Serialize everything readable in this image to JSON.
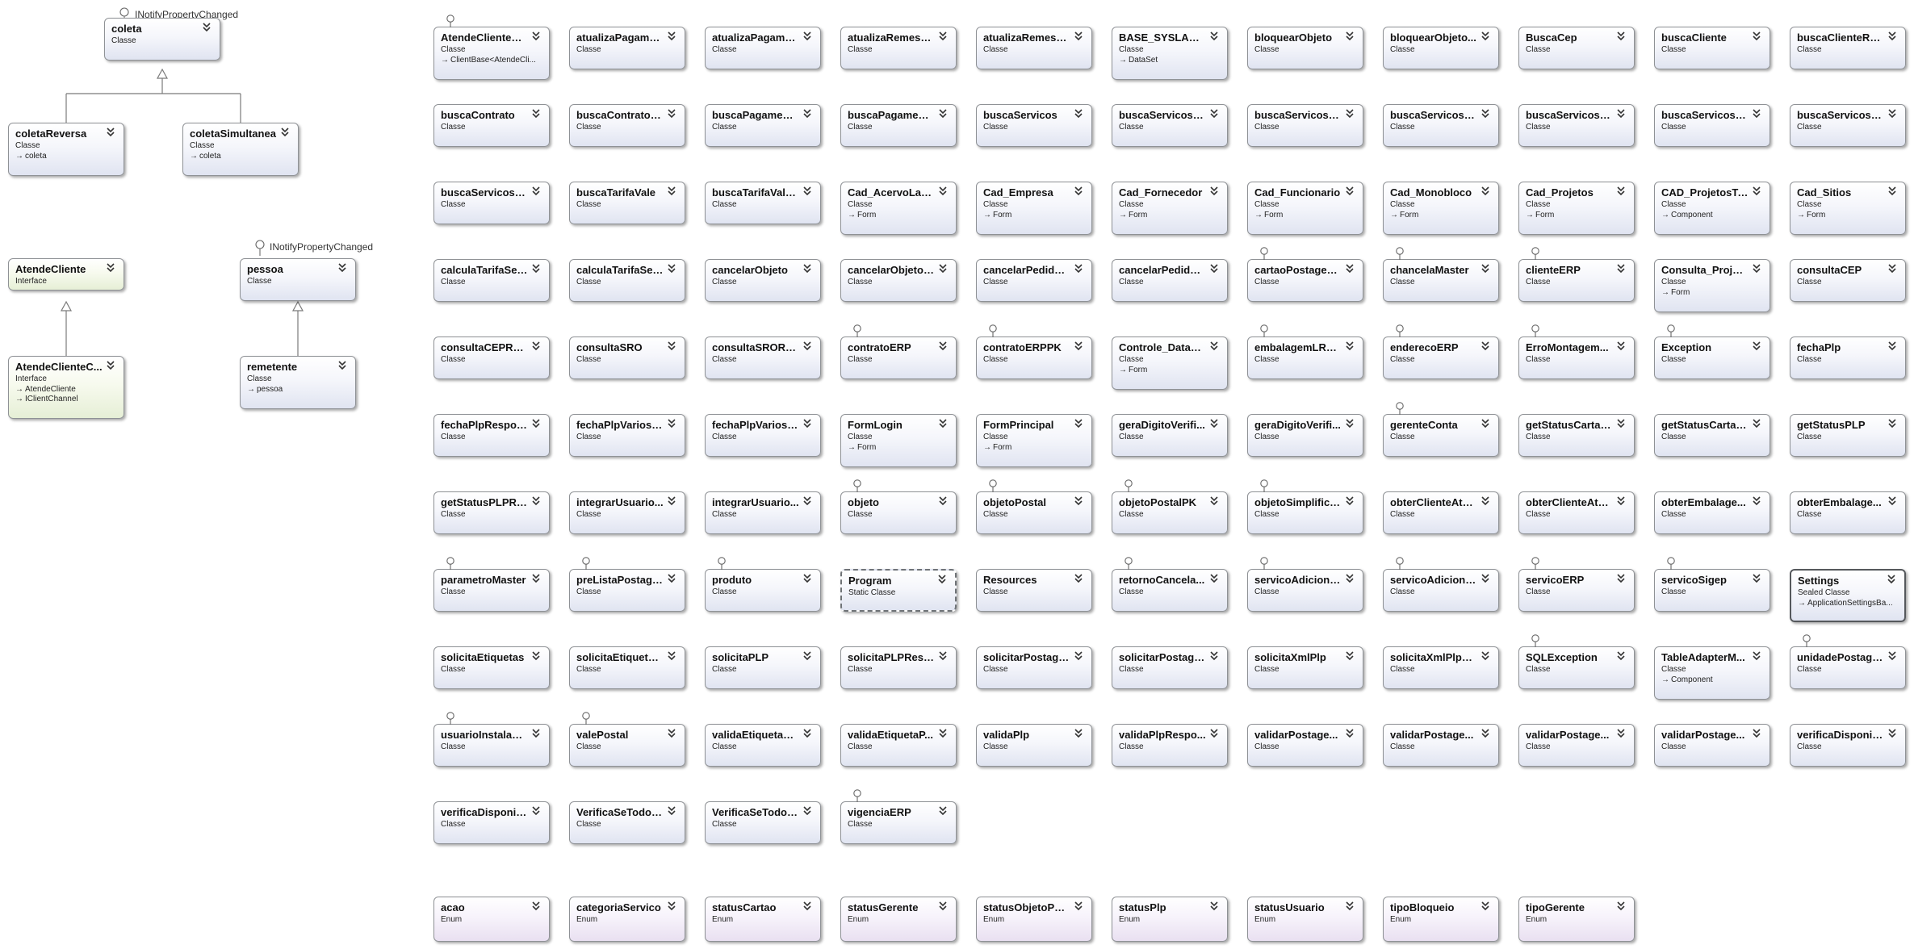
{
  "top_left": {
    "coleta": {
      "name": "coleta",
      "kind": "Classe",
      "interface": "INotifyPropertyChanged"
    },
    "coletaReversa": {
      "name": "coletaReversa",
      "kind": "Classe",
      "base": "coleta"
    },
    "coletaSimultanea": {
      "name": "coletaSimultanea",
      "kind": "Classe",
      "base": "coleta"
    },
    "AtendeCliente": {
      "name": "AtendeCliente",
      "kind": "Interface"
    },
    "AtendeClienteChannel": {
      "name": "AtendeClienteC...",
      "kind": "Interface",
      "bases": [
        "AtendeCliente",
        "IClientChannel"
      ]
    },
    "pessoa": {
      "name": "pessoa",
      "kind": "Classe",
      "interface": "INotifyPropertyChanged"
    },
    "remetente": {
      "name": "remetente",
      "kind": "Classe",
      "base": "pessoa"
    }
  },
  "grid": [
    [
      {
        "name": "AtendeClienteCl...",
        "kind": "Classe",
        "base": "ClientBase<AtendeCli...",
        "lolli": true
      },
      {
        "name": "atualizaPagame...",
        "kind": "Classe"
      },
      {
        "name": "atualizaPagame...",
        "kind": "Classe"
      },
      {
        "name": "atualizaRemessa...",
        "kind": "Classe"
      },
      {
        "name": "atualizaRemessa...",
        "kind": "Classe"
      },
      {
        "name": "BASE_SYSLABDa...",
        "kind": "Classe",
        "base": "DataSet"
      },
      {
        "name": "bloquearObjeto",
        "kind": "Classe"
      },
      {
        "name": "bloquearObjeto...",
        "kind": "Classe"
      },
      {
        "name": "BuscaCep",
        "kind": "Classe"
      },
      {
        "name": "buscaCliente",
        "kind": "Classe"
      },
      {
        "name": "buscaClienteRes...",
        "kind": "Classe"
      }
    ],
    [
      {
        "name": "buscaContrato",
        "kind": "Classe"
      },
      {
        "name": "buscaContratoR...",
        "kind": "Classe"
      },
      {
        "name": "buscaPagament...",
        "kind": "Classe"
      },
      {
        "name": "buscaPagament...",
        "kind": "Classe"
      },
      {
        "name": "buscaServicos",
        "kind": "Classe"
      },
      {
        "name": "buscaServicosA...",
        "kind": "Classe"
      },
      {
        "name": "buscaServicosA...",
        "kind": "Classe"
      },
      {
        "name": "buscaServicosR...",
        "kind": "Classe"
      },
      {
        "name": "buscaServicosVa...",
        "kind": "Classe"
      },
      {
        "name": "buscaServicosVa...",
        "kind": "Classe"
      },
      {
        "name": "buscaServicosX...",
        "kind": "Classe"
      }
    ],
    [
      {
        "name": "buscaServicosX...",
        "kind": "Classe"
      },
      {
        "name": "buscaTarifaVale",
        "kind": "Classe"
      },
      {
        "name": "buscaTarifaVale...",
        "kind": "Classe"
      },
      {
        "name": "Cad_AcervoLaU...",
        "kind": "Classe",
        "base": "Form"
      },
      {
        "name": "Cad_Empresa",
        "kind": "Classe",
        "base": "Form"
      },
      {
        "name": "Cad_Fornecedor",
        "kind": "Classe",
        "base": "Form"
      },
      {
        "name": "Cad_Funcionario",
        "kind": "Classe",
        "base": "Form"
      },
      {
        "name": "Cad_Monobloco",
        "kind": "Classe",
        "base": "Form"
      },
      {
        "name": "Cad_Projetos",
        "kind": "Classe",
        "base": "Form"
      },
      {
        "name": "CAD_ProjetosTa...",
        "kind": "Classe",
        "base": "Component"
      },
      {
        "name": "Cad_Sitios",
        "kind": "Classe",
        "base": "Form"
      }
    ],
    [
      {
        "name": "calculaTarifaSer...",
        "kind": "Classe"
      },
      {
        "name": "calculaTarifaSer...",
        "kind": "Classe"
      },
      {
        "name": "cancelarObjeto",
        "kind": "Classe"
      },
      {
        "name": "cancelarObjetoR...",
        "kind": "Classe"
      },
      {
        "name": "cancelarPedidoS...",
        "kind": "Classe"
      },
      {
        "name": "cancelarPedidoS...",
        "kind": "Classe"
      },
      {
        "name": "cartaoPostagem...",
        "kind": "Classe",
        "lolli": true
      },
      {
        "name": "chancelaMaster",
        "kind": "Classe",
        "lolli": true
      },
      {
        "name": "clienteERP",
        "kind": "Classe",
        "lolli": true
      },
      {
        "name": "Consulta_Projetos",
        "kind": "Classe",
        "base": "Form"
      },
      {
        "name": "consultaCEP",
        "kind": "Classe"
      }
    ],
    [
      {
        "name": "consultaCEPRes...",
        "kind": "Classe"
      },
      {
        "name": "consultaSRO",
        "kind": "Classe"
      },
      {
        "name": "consultaSRORes...",
        "kind": "Classe"
      },
      {
        "name": "contratoERP",
        "kind": "Classe",
        "lolli": true
      },
      {
        "name": "contratoERPPK",
        "kind": "Classe",
        "lolli": true
      },
      {
        "name": "Controle_Datacao",
        "kind": "Classe",
        "base": "Form"
      },
      {
        "name": "embalagemLRS...",
        "kind": "Classe",
        "lolli": true
      },
      {
        "name": "enderecoERP",
        "kind": "Classe",
        "lolli": true
      },
      {
        "name": "ErroMontagem...",
        "kind": "Classe",
        "lolli": true
      },
      {
        "name": "Exception",
        "kind": "Classe",
        "lolli": true
      },
      {
        "name": "fechaPlp",
        "kind": "Classe"
      }
    ],
    [
      {
        "name": "fechaPlpResponse",
        "kind": "Classe"
      },
      {
        "name": "fechaPlpVariosS...",
        "kind": "Classe"
      },
      {
        "name": "fechaPlpVariosS...",
        "kind": "Classe"
      },
      {
        "name": "FormLogin",
        "kind": "Classe",
        "base": "Form"
      },
      {
        "name": "FormPrincipal",
        "kind": "Classe",
        "base": "Form"
      },
      {
        "name": "geraDigitoVerifi...",
        "kind": "Classe"
      },
      {
        "name": "geraDigitoVerifi...",
        "kind": "Classe"
      },
      {
        "name": "gerenteConta",
        "kind": "Classe",
        "lolli": true
      },
      {
        "name": "getStatusCartao...",
        "kind": "Classe"
      },
      {
        "name": "getStatusCartao...",
        "kind": "Classe"
      },
      {
        "name": "getStatusPLP",
        "kind": "Classe"
      }
    ],
    [
      {
        "name": "getStatusPLPRe...",
        "kind": "Classe"
      },
      {
        "name": "integrarUsuario...",
        "kind": "Classe"
      },
      {
        "name": "integrarUsuario...",
        "kind": "Classe"
      },
      {
        "name": "objeto",
        "kind": "Classe",
        "lolli": true
      },
      {
        "name": "objetoPostal",
        "kind": "Classe",
        "lolli": true
      },
      {
        "name": "objetoPostalPK",
        "kind": "Classe",
        "lolli": true
      },
      {
        "name": "objetoSimplifica...",
        "kind": "Classe",
        "lolli": true
      },
      {
        "name": "obterClienteAtu...",
        "kind": "Classe"
      },
      {
        "name": "obterClienteAtu...",
        "kind": "Classe"
      },
      {
        "name": "obterEmbalage...",
        "kind": "Classe"
      },
      {
        "name": "obterEmbalage...",
        "kind": "Classe"
      }
    ],
    [
      {
        "name": "parametroMaster",
        "kind": "Classe",
        "lolli": true
      },
      {
        "name": "preListaPostagem",
        "kind": "Classe",
        "lolli": true
      },
      {
        "name": "produto",
        "kind": "Classe",
        "lolli": true
      },
      {
        "name": "Program",
        "kind": "Static Classe",
        "style": "static"
      },
      {
        "name": "Resources",
        "kind": "Classe"
      },
      {
        "name": "retornoCancela...",
        "kind": "Classe",
        "lolli": true
      },
      {
        "name": "servicoAdiciona...",
        "kind": "Classe",
        "lolli": true
      },
      {
        "name": "servicoAdiciona...",
        "kind": "Classe",
        "lolli": true
      },
      {
        "name": "servicoERP",
        "kind": "Classe",
        "lolli": true
      },
      {
        "name": "servicoSigep",
        "kind": "Classe",
        "lolli": true
      },
      {
        "name": "Settings",
        "kind": "Sealed Classe",
        "base": "ApplicationSettingsBa...",
        "style": "sealed"
      }
    ],
    [
      {
        "name": "solicitaEtiquetas",
        "kind": "Classe"
      },
      {
        "name": "solicitaEtiquetas...",
        "kind": "Classe"
      },
      {
        "name": "solicitaPLP",
        "kind": "Classe"
      },
      {
        "name": "solicitaPLPResp...",
        "kind": "Classe"
      },
      {
        "name": "solicitarPostage...",
        "kind": "Classe"
      },
      {
        "name": "solicitarPostage...",
        "kind": "Classe"
      },
      {
        "name": "solicitaXmlPlp",
        "kind": "Classe"
      },
      {
        "name": "solicitaXmlPlpR...",
        "kind": "Classe"
      },
      {
        "name": "SQLException",
        "kind": "Classe",
        "lolli": true
      },
      {
        "name": "TableAdapterM...",
        "kind": "Classe",
        "base": "Component"
      },
      {
        "name": "unidadePostage...",
        "kind": "Classe",
        "lolli": true
      }
    ],
    [
      {
        "name": "usuarioInstalacao",
        "kind": "Classe",
        "lolli": true
      },
      {
        "name": "valePostal",
        "kind": "Classe",
        "lolli": true
      },
      {
        "name": "validaEtiquetaPLP",
        "kind": "Classe"
      },
      {
        "name": "validaEtiquetaP...",
        "kind": "Classe"
      },
      {
        "name": "validaPlp",
        "kind": "Classe"
      },
      {
        "name": "validaPlpRespo...",
        "kind": "Classe"
      },
      {
        "name": "validarPostage...",
        "kind": "Classe"
      },
      {
        "name": "validarPostage...",
        "kind": "Classe"
      },
      {
        "name": "validarPostage...",
        "kind": "Classe"
      },
      {
        "name": "validarPostage...",
        "kind": "Classe"
      },
      {
        "name": "verificaDisponib...",
        "kind": "Classe"
      }
    ],
    [
      {
        "name": "verificaDisponib...",
        "kind": "Classe"
      },
      {
        "name": "VerificaSeTodos...",
        "kind": "Classe"
      },
      {
        "name": "VerificaSeTodos...",
        "kind": "Classe"
      },
      {
        "name": "vigenciaERP",
        "kind": "Classe",
        "lolli": true
      }
    ],
    [
      {
        "name": "acao",
        "kind": "Enum",
        "style": "enum"
      },
      {
        "name": "categoriaServico",
        "kind": "Enum",
        "style": "enum"
      },
      {
        "name": "statusCartao",
        "kind": "Enum",
        "style": "enum"
      },
      {
        "name": "statusGerente",
        "kind": "Enum",
        "style": "enum"
      },
      {
        "name": "statusObjetoPos...",
        "kind": "Enum",
        "style": "enum"
      },
      {
        "name": "statusPlp",
        "kind": "Enum",
        "style": "enum"
      },
      {
        "name": "statusUsuario",
        "kind": "Enum",
        "style": "enum"
      },
      {
        "name": "tipoBloqueio",
        "kind": "Enum",
        "style": "enum"
      },
      {
        "name": "tipoGerente",
        "kind": "Enum",
        "style": "enum"
      }
    ]
  ],
  "icons": {
    "collapse": "chevron-double-down-icon",
    "inherits": "inherits-arrow-icon",
    "interface": "lollipop-interface-icon"
  },
  "colors": {
    "class_fill": "#e0e4f1",
    "interface_fill": "#e6efd6",
    "enum_fill": "#e9e0f1",
    "border": "#8f9296"
  }
}
